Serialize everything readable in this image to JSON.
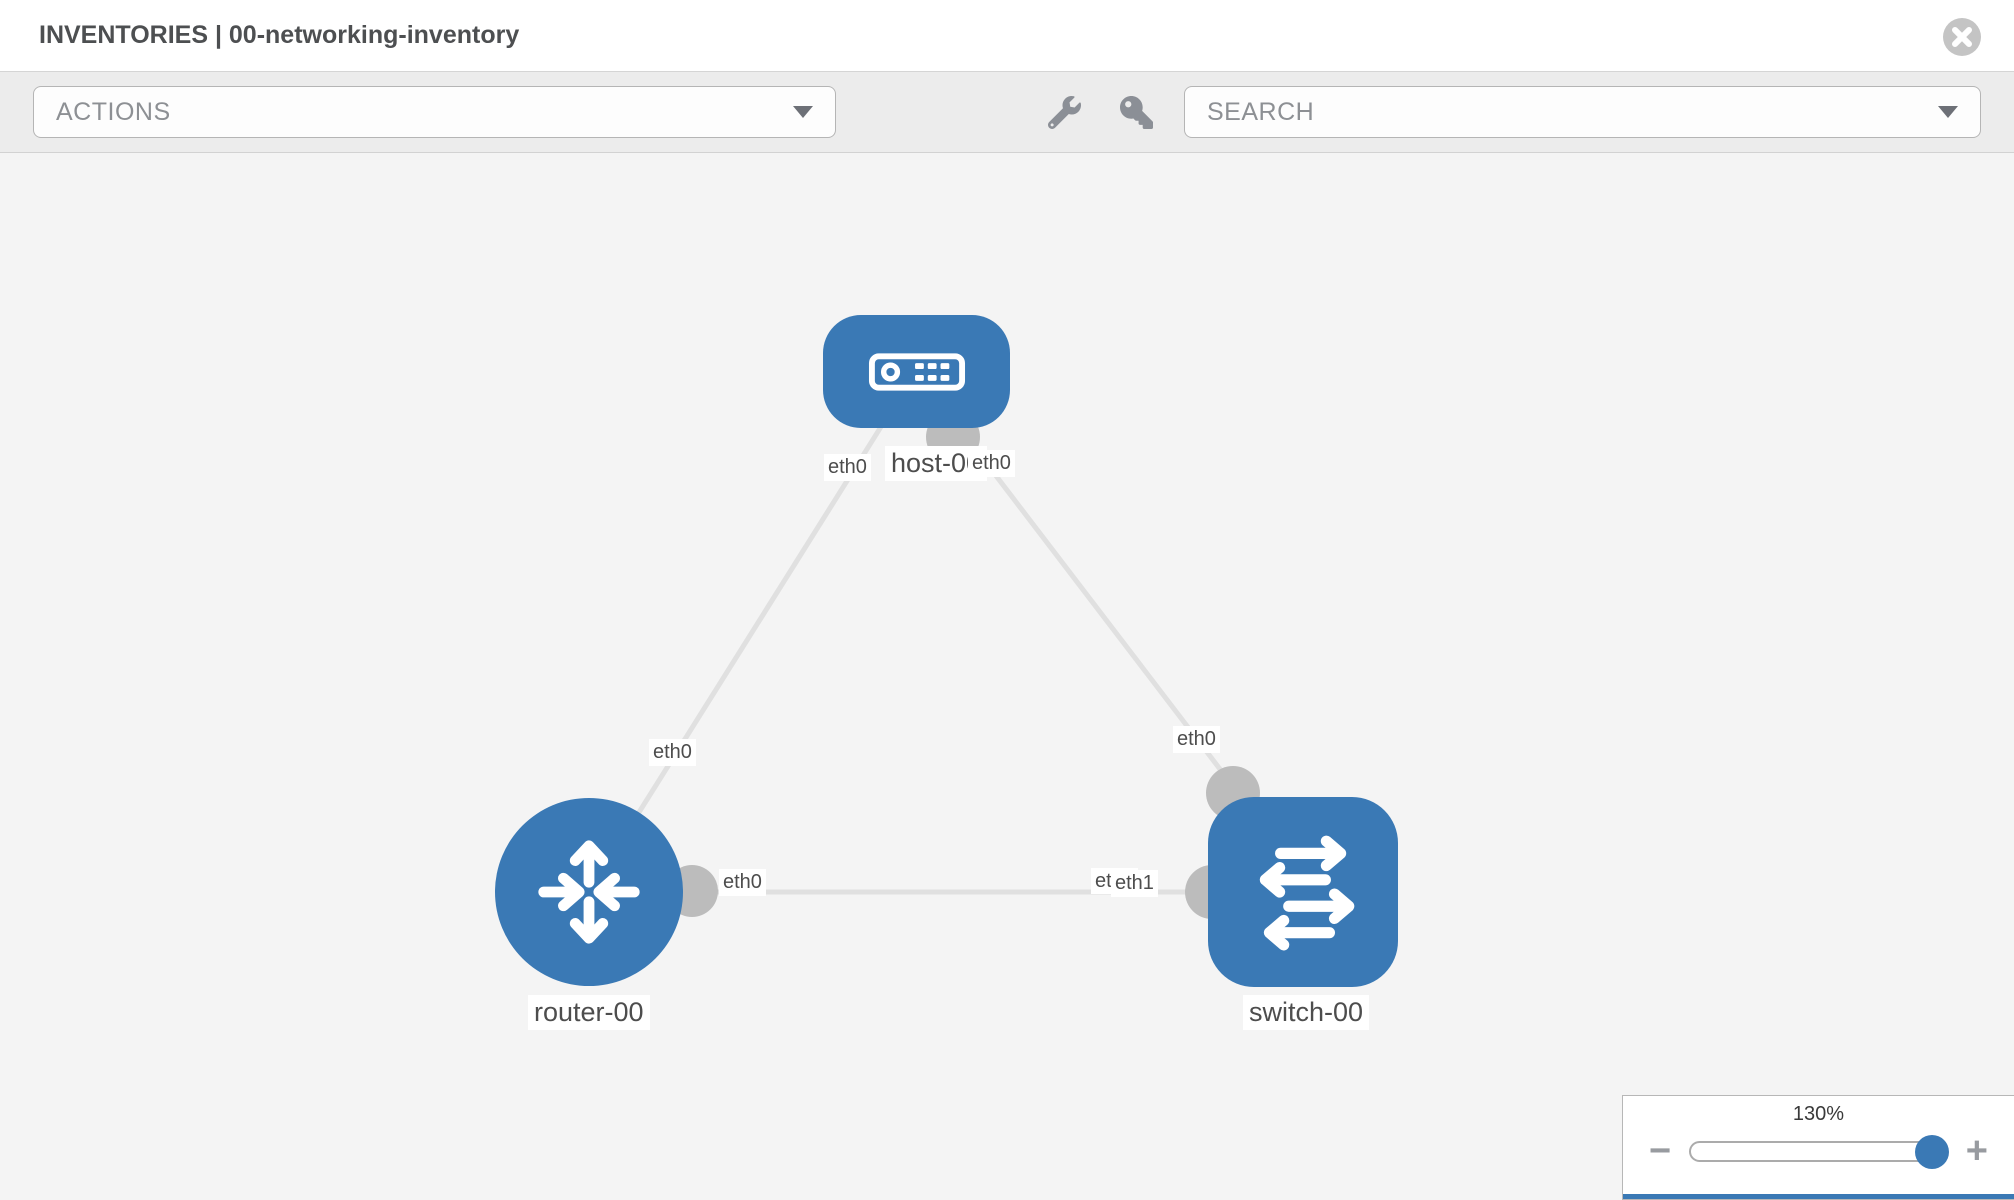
{
  "header": {
    "title": "INVENTORIES | 00-networking-inventory",
    "close_icon": "circle-x-icon"
  },
  "toolbar": {
    "actions_label": "ACTIONS",
    "search_label": "SEARCH",
    "icons": [
      "wrench-icon",
      "key-icon"
    ]
  },
  "topology": {
    "nodes": [
      {
        "label": "host-00",
        "type": "host",
        "icon": "host-device-icon"
      },
      {
        "label": "router-00",
        "type": "router",
        "icon": "router-arrows-icon"
      },
      {
        "label": "switch-00",
        "type": "switch",
        "icon": "switch-arrows-icon"
      }
    ],
    "links": [
      {
        "from": "router-00",
        "to": "host-00",
        "from_label": "eth0",
        "to_label": "eth0"
      },
      {
        "from": "host-00",
        "to": "switch-00",
        "from_label": "eth0",
        "to_label": "eth0"
      },
      {
        "from": "router-00",
        "to": "switch-00",
        "from_label": "eth0",
        "to_label_under": "eth0",
        "to_label_over": "eth1"
      }
    ]
  },
  "zoom_control": {
    "level": "130%",
    "zoom_out": "−",
    "zoom_in": "+"
  },
  "colors": {
    "node_blue": "#3a79b5",
    "link_gray": "#e0e0e0",
    "connector_gray": "#bcbcbc",
    "accent_bar": "#3a79b5"
  }
}
